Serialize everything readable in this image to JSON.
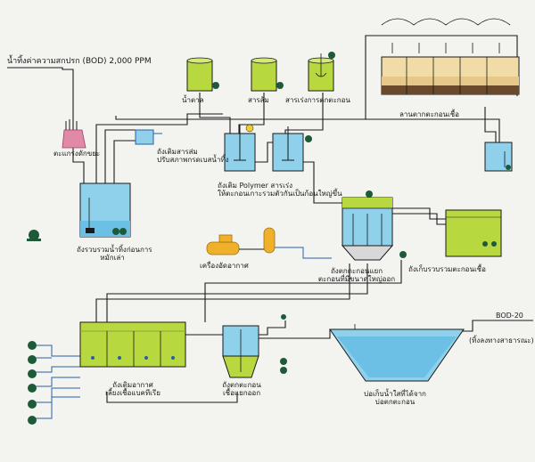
{
  "colors": {
    "water": "#8fd0ea",
    "water_dark": "#55aee0",
    "sludge_green": "#b8d83f",
    "sludge_brown": "#6b4a2b",
    "pipe": "#1a1a1a",
    "air_pipe": "#2a5ea8",
    "pump": "#1e5a3a",
    "blower": "#f0b02a",
    "feeder": "#e08aa8",
    "background": "#f3f4ef"
  },
  "labels": {
    "inlet": "น้ำทิ้งค่าความสกปรก (BOD) 2,000 PPM",
    "feeder": "ตะแกรงดักขยะ",
    "equalization_tank": [
      "ถังรวบรวมน้ำทิ้งก่อนการ",
      "หมักเล่า"
    ],
    "chem_1": "น้ำตาล",
    "chem_2": "สารส้ม",
    "chem_3": "สารเร่งการตกตะกอน",
    "ph_adjust_tank": [
      "ถังเติมสารส่ม",
      "ปรับสภาพกรดเบสน้ำทิ้ง"
    ],
    "polymer_tank": [
      "ถังเติม Polymer สารเร่ง",
      "ให้ตะกอนเกาะรวมตัวกันเป็นก้อนใหญ่ขึ้น"
    ],
    "sludge_bed": "ลานตากตะกอนเชื้อ",
    "sludge_holding_tank": "ถังเก็บรวบรวมตะกอนเชื้อ",
    "air_compressor": "เครื่องอัดอากาศ",
    "clarifier": [
      "ถังตกตะกอนแยก",
      "ตะกอนที่มีขนาดใหญ่ออก"
    ],
    "aeration_tank": [
      "ถังเติมอากาศ",
      "เลี้ยงเชื้อแบคทีเรีย"
    ],
    "final_clarifier": [
      "ถังตกตะกอน",
      "เชื้อแยกออก"
    ],
    "outfall_pond": [
      "บ่อเก็บน้ำใสที่ได้จาก",
      "บ่อตกตะกอน"
    ],
    "outlet_bod": "BOD-20",
    "outlet_note": "(ทิ้งลงทางสาธารณะ)"
  }
}
